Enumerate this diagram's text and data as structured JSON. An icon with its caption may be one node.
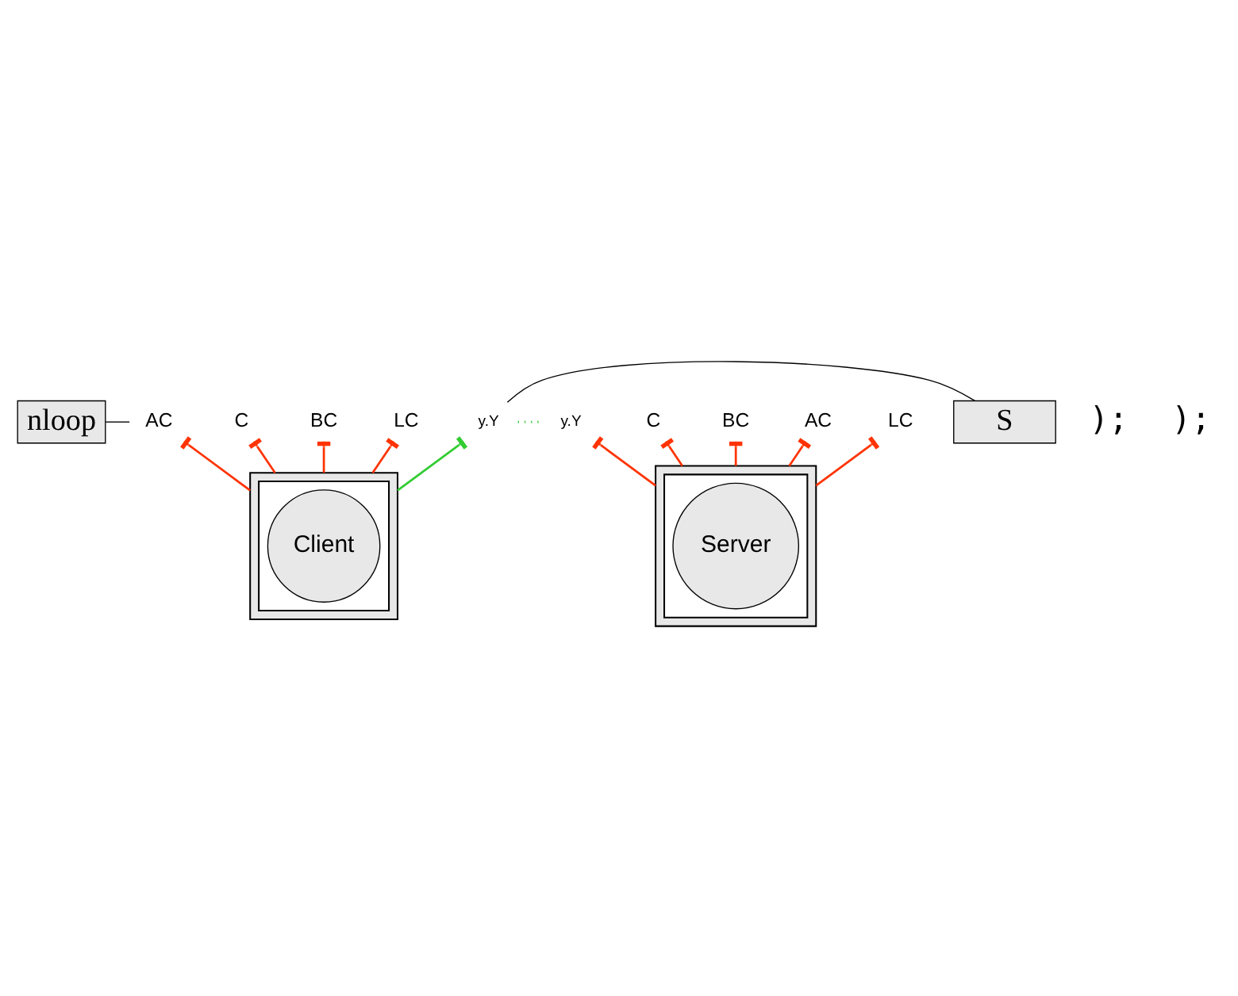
{
  "diagram": {
    "nodes": [
      {
        "text": [
          "nloop"
        ]
      },
      {
        "text": [
          "S"
        ]
      },
      {
        "text": [],
        "shape": "box"
      },
      {
        "text": [],
        "shape": "box",
        "in": 2
      },
      {
        "text": [
          "Client"
        ],
        "in": 3
      },
      {
        "text": [
          "C"
        ]
      },
      {
        "text": [
          "BC"
        ]
      },
      {
        "text": [
          "AC"
        ]
      },
      {
        "text": [
          "LC"
        ]
      },
      {
        "text": [
          "y.Y"
        ]
      },
      {
        "text": [
          "y.Y"
        ]
      },
      {
        "text": [],
        "shape": "box"
      },
      {
        "text": [],
        "shape": "box",
        "in": 11
      },
      {
        "text": [
          "Server"
        ],
        "in": 12
      },
      {
        "text": [
          "C"
        ]
      },
      {
        "text": [
          "BC"
        ]
      },
      {
        "text": [
          "AC"
        ]
      },
      {
        "text": [
          "LC"
        ]
      }
    ],
    "edges": [
      {
        "from": 0,
        "to": 7,
        "arrow": "none",
        "color": "#000000"
      },
      {
        "from": 1,
        "to": 9,
        "arrow": "none",
        "color": "#000000"
      },
      {
        "from": 5,
        "to": 2,
        "arrow": "other",
        "color": "#ff3300"
      },
      {
        "from": 6,
        "to": 2,
        "arrow": "other",
        "color": "#ff3300"
      },
      {
        "from": 7,
        "to": 2,
        "arrow": "other",
        "color": "#ff3300"
      },
      {
        "from": 8,
        "to": 2,
        "arrow": "other",
        "color": "#ff3300"
      },
      {
        "from": 9,
        "to": 2,
        "arrow": "other",
        "color": "#33cc33"
      },
      {
        "from": 9,
        "to": 10,
        "arrow": "none",
        "style": "dashed",
        "color": "#33cc33"
      },
      {
        "from": 10,
        "to": 11,
        "arrow": "other",
        "color": "#ff3300"
      },
      {
        "from": 14,
        "to": 11,
        "arrow": "other",
        "color": "#ff3300"
      },
      {
        "from": 15,
        "to": 11,
        "arrow": "other",
        "color": "#ff3300"
      },
      {
        "from": 16,
        "to": 11,
        "arrow": "other",
        "color": "#ff3300"
      },
      {
        "from": 17,
        "to": 11,
        "arrow": "other",
        "color": "#ff3300"
      }
    ],
    "labels": [
      ");",
      ");"
    ]
  }
}
